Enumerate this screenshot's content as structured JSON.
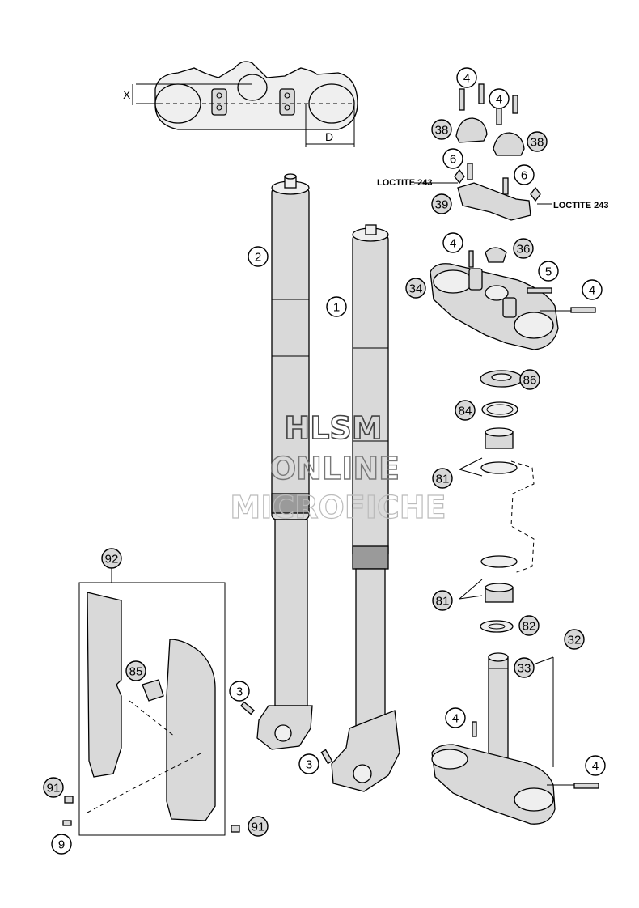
{
  "dimension_labels": {
    "x": "X",
    "d": "D"
  },
  "notes": {
    "loctite_left": "LOCTITE 243",
    "loctite_right": "LOCTITE 243"
  },
  "watermark": {
    "line1": "HLSM",
    "line2": "ONLINE",
    "line3": "MICROFICHE"
  },
  "callouts": {
    "fork_right": "2",
    "fork_left": "1",
    "screw_4a": "4",
    "screw_4b": "4",
    "clamp_38a": "38",
    "clamp_38b": "38",
    "screw_6a": "6",
    "screw_6b": "6",
    "bracket_39": "39",
    "screw_4c": "4",
    "nut_36": "36",
    "bolt_5": "5",
    "crown_34": "34",
    "bolt_4d": "4",
    "washer_86": "86",
    "seal_84": "84",
    "bearing_81a": "81",
    "bearing_81b": "81",
    "seal_82": "82",
    "stem_32": "32",
    "stem_33": "33",
    "screw_4e": "4",
    "bolt_4f": "4",
    "guard_92": "92",
    "clip_85": "85",
    "screw_3a": "3",
    "screw_3b": "3",
    "screw_91a": "91",
    "screw_91b": "91",
    "screw_9": "9"
  }
}
